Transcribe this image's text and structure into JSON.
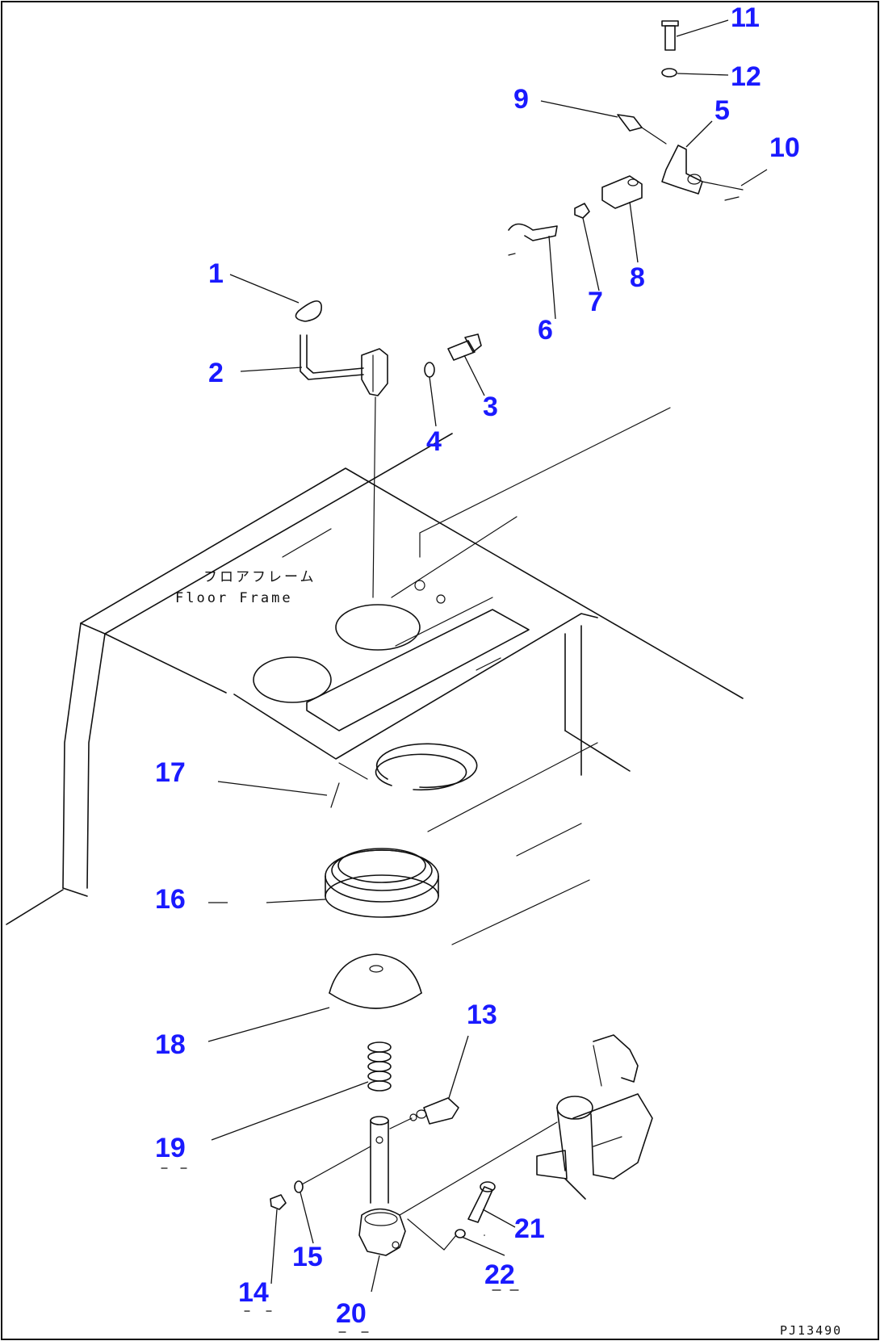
{
  "frame_label_jp": "フロアフレーム",
  "frame_label_en": "Floor Frame",
  "drawing_code": "PJ13490",
  "callouts": [
    "1",
    "2",
    "3",
    "4",
    "5",
    "6",
    "7",
    "8",
    "9",
    "10",
    "11",
    "12",
    "13",
    "14",
    "15",
    "16",
    "17",
    "18",
    "19",
    "20",
    "21",
    "22"
  ]
}
